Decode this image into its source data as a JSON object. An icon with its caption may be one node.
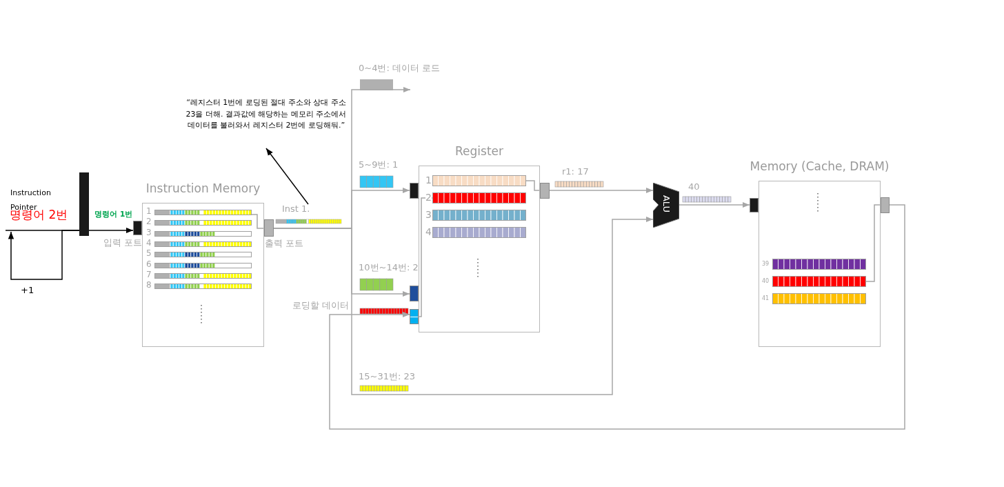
{
  "diagram": {
    "nodes": [
      {
        "text": [],
        "shape": "bar",
        "beside": [
          "Instruction Pointer",
          "명령어 2번"
        ]
      },
      {
        "text": [
          "Instruction Memory"
        ]
      },
      {
        "text": [],
        "shape": "bar",
        "in": 1,
        "beside": [
          "1"
        ]
      },
      {
        "text": [],
        "shape": "bar",
        "in": 1,
        "beside": [
          "2"
        ]
      },
      {
        "text": [],
        "shape": "bar",
        "in": 1,
        "beside": [
          "3"
        ]
      },
      {
        "text": [],
        "shape": "bar",
        "in": 1,
        "beside": [
          "4"
        ]
      },
      {
        "text": [],
        "shape": "bar",
        "in": 1,
        "beside": [
          "5"
        ]
      },
      {
        "text": [],
        "shape": "bar",
        "in": 1,
        "beside": [
          "6"
        ]
      },
      {
        "text": [],
        "shape": "bar",
        "in": 1,
        "beside": [
          "7"
        ]
      },
      {
        "text": [],
        "shape": "bar",
        "in": 1,
        "beside": [
          "8"
        ]
      },
      {
        "text": [],
        "shape": "box",
        "beside": [
          "입력 포트"
        ]
      },
      {
        "text": [],
        "shape": "box",
        "beside": [
          "출력 포트"
        ]
      },
      {
        "text": [
          "Inst 1."
        ]
      },
      {
        "text": [
          "Register"
        ]
      },
      {
        "text": [],
        "shape": "bar",
        "in": 13,
        "beside": [
          "1"
        ]
      },
      {
        "text": [],
        "shape": "bar",
        "in": 13,
        "beside": [
          "2"
        ]
      },
      {
        "text": [],
        "shape": "bar",
        "in": 13,
        "beside": [
          "3"
        ]
      },
      {
        "text": [],
        "shape": "bar",
        "in": 13,
        "beside": [
          "4"
        ]
      },
      {
        "text": [],
        "shape": "box"
      },
      {
        "text": [],
        "shape": "box"
      },
      {
        "text": [],
        "shape": "box"
      },
      {
        "text": [],
        "shape": "box"
      },
      {
        "text": [
          "ALU"
        ]
      },
      {
        "text": [
          "Memory (Cache, DRAM)"
        ]
      },
      {
        "text": [],
        "shape": "box"
      },
      {
        "text": [],
        "shape": "bar",
        "in": 23,
        "beside": [
          "39"
        ]
      },
      {
        "text": [],
        "shape": "bar",
        "in": 23,
        "beside": [
          "40"
        ]
      },
      {
        "text": [],
        "shape": "bar",
        "in": 23,
        "beside": [
          "41"
        ]
      },
      {
        "text": [],
        "shape": "box"
      },
      {
        "text": [
          "“레지스터 1번에 로딩된 절대 주소와 상대 주소 23을 더해. 결과값에 해당하는 메모리 주소에서 데이터를 불러와서 레지스터 2번에 로딩해둬.”"
        ]
      }
    ],
    "edges": [
      {
        "from": null,
        "to": 0,
        "arrow": "none",
        "color": "#000000"
      },
      {
        "from": 0,
        "to": 0,
        "arrow": "to",
        "label": "+1",
        "color": "#000000"
      },
      {
        "from": 0,
        "to": 10,
        "arrow": "to",
        "label": "명령어 1번",
        "color": "#000000"
      },
      {
        "from": 2,
        "to": 11,
        "arrow": "none"
      },
      {
        "from": 11,
        "to": null,
        "arrow": "to",
        "label": "0~4번: 데이터 로드"
      },
      {
        "from": 11,
        "to": 18,
        "arrow": "to",
        "label": "5~9번: 1"
      },
      {
        "from": 11,
        "to": 19,
        "arrow": "to",
        "label": "10번~14번: 2"
      },
      {
        "from": 11,
        "to": 22,
        "arrow": "to",
        "label": "15~31번: 23"
      },
      {
        "from": 12,
        "to": 29,
        "arrow": "to",
        "color": "#000000"
      },
      {
        "from": 20,
        "to": 15,
        "arrow": "none"
      },
      {
        "from": 14,
        "to": 21,
        "arrow": "none"
      },
      {
        "from": 21,
        "to": 22,
        "arrow": "to",
        "label": "r1: 17"
      },
      {
        "from": 22,
        "to": 24,
        "arrow": "to",
        "label": "40"
      },
      {
        "from": 26,
        "to": 28,
        "arrow": "none"
      },
      {
        "from": 28,
        "to": 20,
        "arrow": "to",
        "label": "로딩할 데이터"
      }
    ]
  }
}
